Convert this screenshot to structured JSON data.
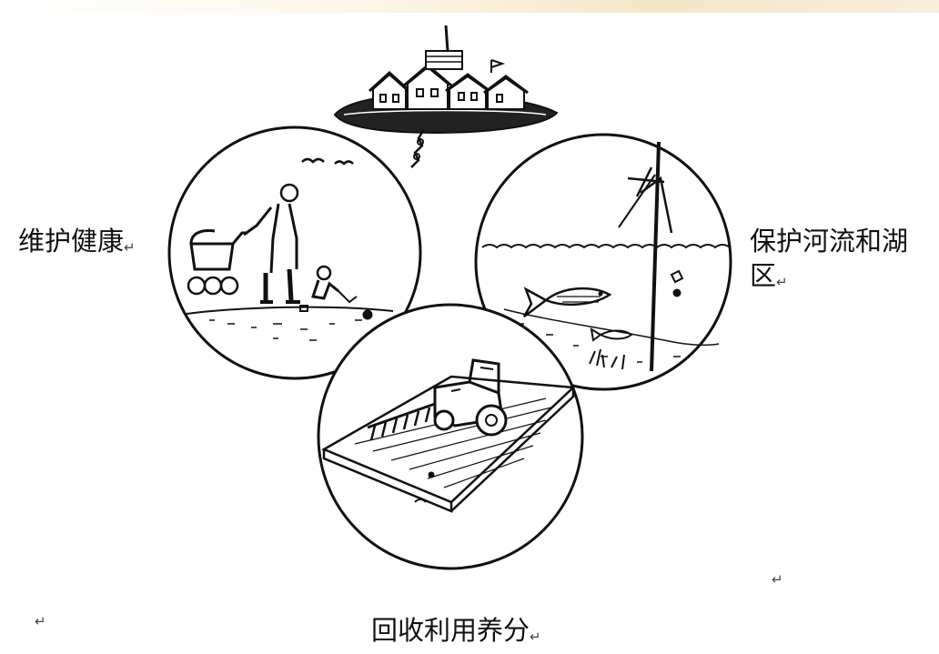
{
  "labels": {
    "health": "维护健康",
    "rivers_line1": "保护河流和湖",
    "rivers_line2": "区",
    "nutrients": "回收利用养分"
  },
  "return_mark": "↵",
  "icons": [
    "island-village-icon",
    "family-beach-scene-icon",
    "lake-fish-scene-icon",
    "tractor-field-scene-icon"
  ],
  "colors": {
    "ink": "#111111",
    "paper": "#ffffff",
    "top_band": "#f3e6c6"
  }
}
